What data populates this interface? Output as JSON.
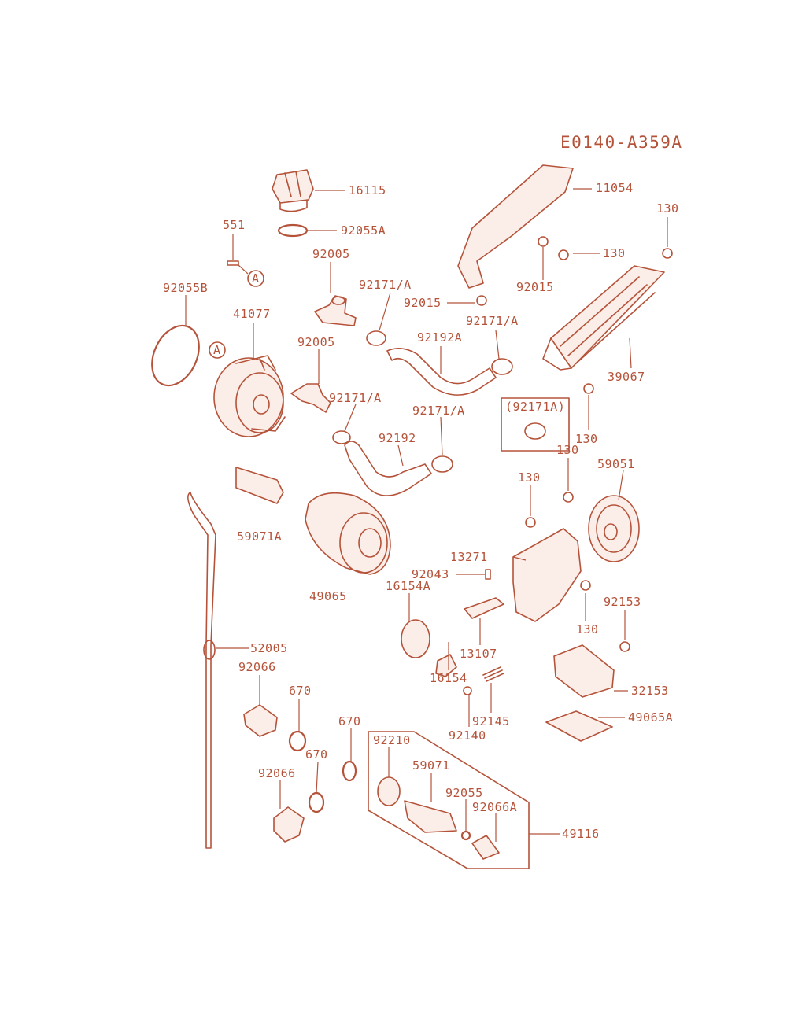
{
  "diagram_code": "E0140-A359A",
  "callout_marker": "A",
  "group_label": "(92171A)",
  "colors": {
    "ink": "#b5533a",
    "background": "#ffffff"
  },
  "labels": {
    "p16115": "16115",
    "p92055A": "92055A",
    "p551": "551",
    "p92055B": "92055B",
    "p41077": "41077",
    "p92005_top": "92005",
    "p92005_mid": "92005",
    "p92171A_1": "92171/A",
    "p92171A_2": "92171/A",
    "p92171A_3": "92171/A",
    "p92171A_4": "92171/A",
    "p92192A": "92192A",
    "p92192": "92192",
    "p92015_left": "92015",
    "p92015_right": "92015",
    "p11054": "11054",
    "p130_a": "130",
    "p130_b": "130",
    "p130_c": "130",
    "p130_d": "130",
    "p130_e": "130",
    "p130_f": "130",
    "p39067": "39067",
    "p59051": "59051",
    "p59071A": "59071A",
    "p49065": "49065",
    "p13271": "13271",
    "p92043": "92043",
    "p16154A": "16154A",
    "p13107": "13107",
    "p16154": "16154",
    "p92153": "92153",
    "p32153": "32153",
    "p49065A": "49065A",
    "p92145": "92145",
    "p92140": "92140",
    "p52005": "52005",
    "p92066_top": "92066",
    "p670_a": "670",
    "p670_b": "670",
    "p670_c": "670",
    "p92066_bot": "92066",
    "p92210": "92210",
    "p59071": "59071",
    "p92055": "92055",
    "p92066A": "92066A",
    "p49116": "49116"
  }
}
